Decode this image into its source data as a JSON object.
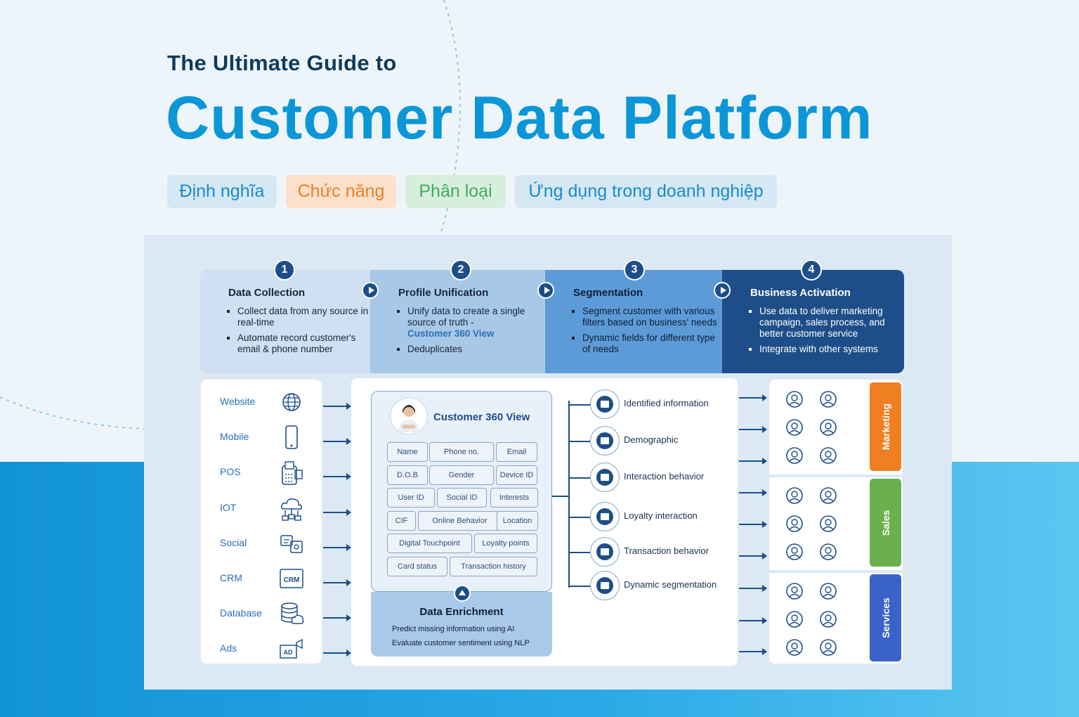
{
  "header": {
    "subtitle": "The Ultimate Guide to",
    "title": "Customer Data Platform",
    "tags": [
      {
        "label": "Định nghĩa",
        "color": "#1a8ad0",
        "bg": "#d5e8f3"
      },
      {
        "label": "Chức năng",
        "color": "#f07f22",
        "bg": "#fbe0cc"
      },
      {
        "label": "Phân loại",
        "color": "#3fae5a",
        "bg": "#d8eedd"
      },
      {
        "label": "Ứng dụng trong doanh nghiệp",
        "color": "#1a8ad0",
        "bg": "#d5e8f3"
      }
    ]
  },
  "steps": [
    {
      "number": "1",
      "title": "Data Collection",
      "bg": "#cfe0f2",
      "color": "#17253b",
      "bullets": [
        "Collect data from any source in real-time",
        "Automate record customer's email & phone number"
      ]
    },
    {
      "number": "2",
      "title": "Profile Unification",
      "bg": "#a8c8e8",
      "color": "#17253b",
      "bullets_html": true,
      "bullets": [
        "Unify data to create a single source of truth -",
        "Deduplicates"
      ],
      "highlight": "Customer 360 View"
    },
    {
      "number": "3",
      "title": "Segmentation",
      "bg": "#5c9bd8",
      "color": "#0f1e33",
      "bullets": [
        "Segment customer with various filters based on business' needs",
        "Dynamic fields for different type of needs"
      ]
    },
    {
      "number": "4",
      "title": "Business Activation",
      "bg": "#1d4e89",
      "color": "#ffffff",
      "bullets": [
        "Use data to deliver marketing campaign, sales process, and better customer service",
        "Integrate with other systems"
      ]
    }
  ],
  "sources": [
    {
      "label": "Website",
      "icon": "globe-icon"
    },
    {
      "label": "Mobile",
      "icon": "smartphone-icon"
    },
    {
      "label": "POS",
      "icon": "pos-terminal-icon"
    },
    {
      "label": "IOT",
      "icon": "iot-cloud-icon"
    },
    {
      "label": "Social",
      "icon": "social-icon"
    },
    {
      "label": "CRM",
      "icon": "crm-icon"
    },
    {
      "label": "Database",
      "icon": "database-icon"
    },
    {
      "label": "Ads",
      "icon": "ads-icon"
    }
  ],
  "c360": {
    "title": "Customer 360 View",
    "fields": [
      "Name",
      "Phone no.",
      "Email",
      "D.O.B",
      "Gender",
      "Device ID",
      "User ID",
      "Social ID",
      "Interests",
      "CIF",
      "Online Behavior",
      "Location",
      "Digital Touchpoint",
      "Loyalty points",
      "Card status",
      "Transaction history"
    ]
  },
  "enrichment": {
    "title": "Data Enrichment",
    "bullets": [
      "Predict missing information using AI",
      "Evaluate customer sentiment using NLP"
    ]
  },
  "segments": [
    {
      "label": "Identified information",
      "icon": "id-card-icon"
    },
    {
      "label": "Demographic",
      "icon": "location-pin-icon"
    },
    {
      "label": "Interaction behavior",
      "icon": "pointer-icon"
    },
    {
      "label": "Loyalty interaction",
      "icon": "loyalty-card-icon"
    },
    {
      "label": "Transaction behavior",
      "icon": "transaction-icon"
    },
    {
      "label": "Dynamic segmentation",
      "icon": "dynamic-chart-icon"
    }
  ],
  "activation": [
    {
      "label": "Marketing",
      "color": "#f07f22"
    },
    {
      "label": "Sales",
      "color": "#6ab04c"
    },
    {
      "label": "Services",
      "color": "#3b62c9"
    }
  ]
}
